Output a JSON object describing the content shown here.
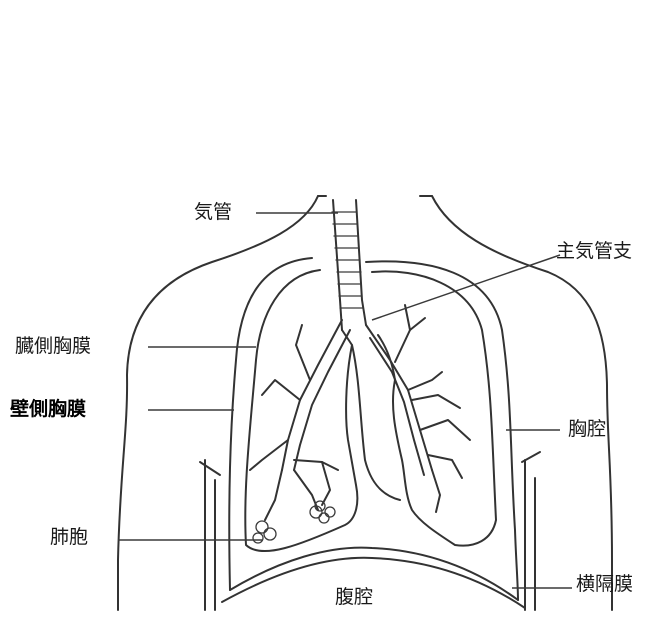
{
  "labels": {
    "trachea": "気管",
    "main_bronchus": "主気管支",
    "visceral_pleura": "臓側胸膜",
    "parietal_pleura": "壁側胸膜",
    "thoracic_cavity": "胸腔",
    "alveoli": "肺胞",
    "abdominal_cavity": "腹腔",
    "diaphragm": "横隔膜"
  }
}
